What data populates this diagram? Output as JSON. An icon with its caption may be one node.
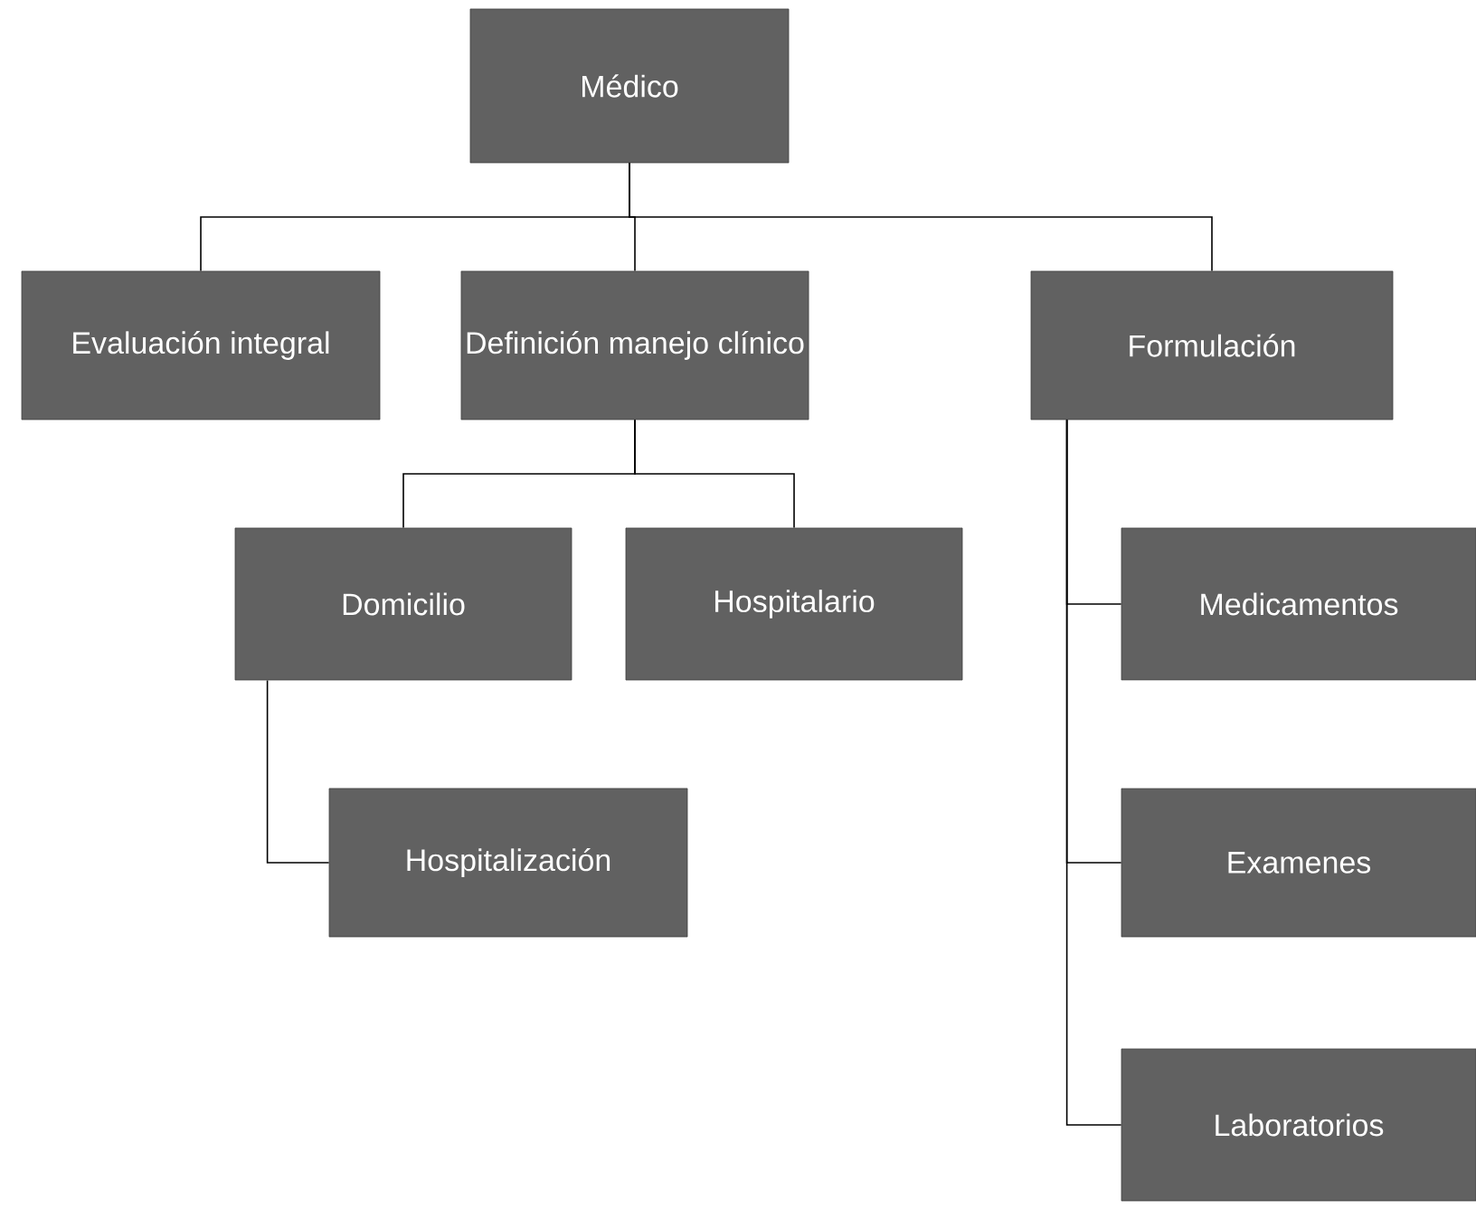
{
  "diagram": {
    "nodes": [
      {
        "text": [
          "Médico"
        ]
      },
      {
        "text": [
          "Evaluación integral"
        ]
      },
      {
        "text": [
          "Definición manejo clínico"
        ]
      },
      {
        "text": [
          "Formulación"
        ]
      },
      {
        "text": [
          "Domicilio"
        ]
      },
      {
        "text": [
          "Hospitalario"
        ]
      },
      {
        "text": [
          "Medicamentos"
        ]
      },
      {
        "text": [
          "Hospitalización"
        ]
      },
      {
        "text": [
          "Examenes"
        ]
      },
      {
        "text": [
          "Laboratorios"
        ]
      }
    ],
    "edges": [
      {
        "from": 0,
        "to": 1,
        "arrow": "none"
      },
      {
        "from": 0,
        "to": 2,
        "arrow": "none"
      },
      {
        "from": 0,
        "to": 3,
        "arrow": "none"
      },
      {
        "from": 2,
        "to": 4,
        "arrow": "none"
      },
      {
        "from": 2,
        "to": 5,
        "arrow": "none"
      },
      {
        "from": 4,
        "to": 7,
        "arrow": "none"
      },
      {
        "from": 3,
        "to": 6,
        "arrow": "none"
      },
      {
        "from": 3,
        "to": 8,
        "arrow": "none"
      },
      {
        "from": 3,
        "to": 9,
        "arrow": "none"
      }
    ]
  }
}
